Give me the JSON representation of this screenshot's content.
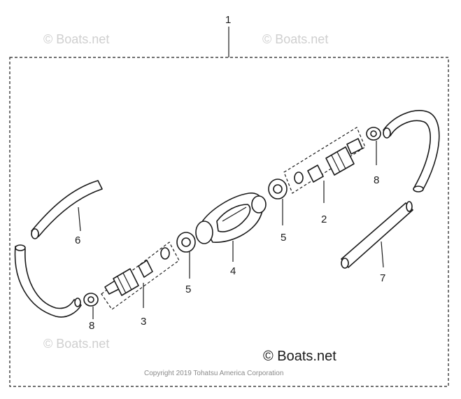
{
  "diagram": {
    "callouts": {
      "c1": "1",
      "c2": "2",
      "c3": "3",
      "c4": "4",
      "c5a": "5",
      "c5b": "5",
      "c6": "6",
      "c7": "7",
      "c8a": "8",
      "c8b": "8"
    },
    "watermarks": {
      "top_left": "© Boats.net",
      "top_right": "© Boats.net",
      "bottom_left": "© Boats.net"
    },
    "brand_mark": "© Boats.net",
    "copyright": "Copyright 2019 Tohatsu America Corporation"
  }
}
